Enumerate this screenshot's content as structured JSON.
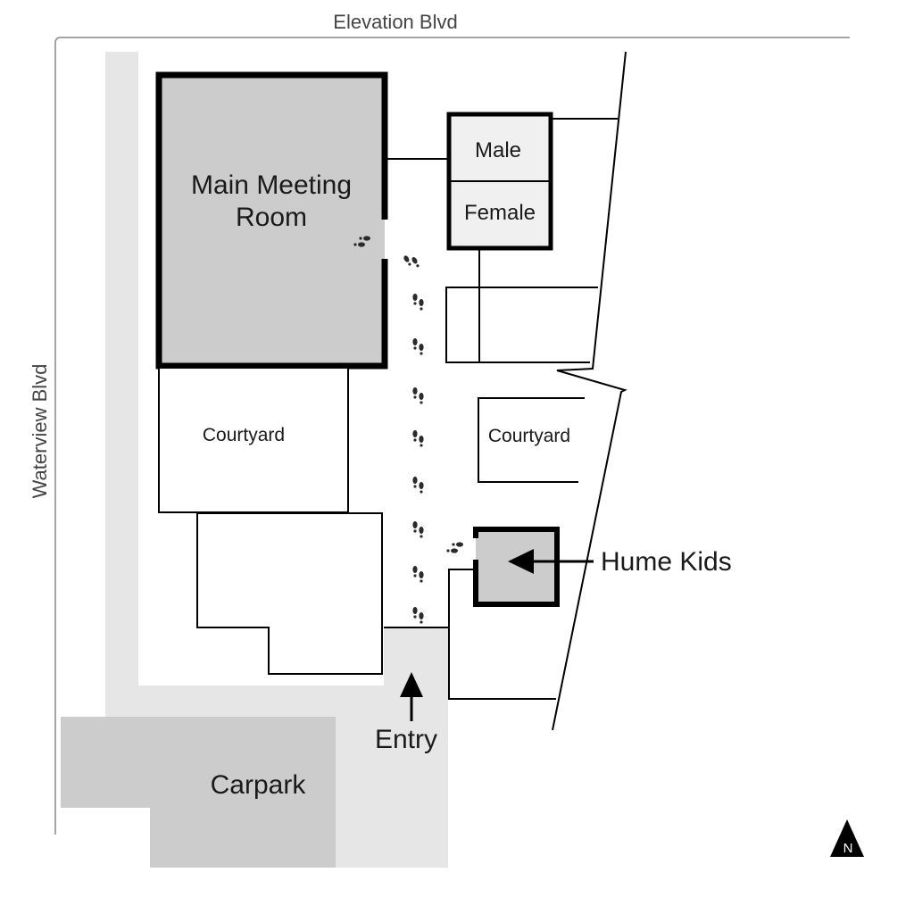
{
  "roads": {
    "north": "Elevation Blvd",
    "west": "Waterview Blvd"
  },
  "rooms": {
    "main_meeting_room": [
      "Main Meeting",
      "Room"
    ],
    "toilet_male": "Male",
    "toilet_female": "Female",
    "courtyard_west": "Courtyard",
    "courtyard_east": "Courtyard",
    "carpark": "Carpark"
  },
  "callouts": {
    "hume_kids": "Hume Kids",
    "entry": "Entry"
  },
  "compass": {
    "letter": "N",
    "icon": "north-arrow-icon"
  },
  "colors": {
    "room_fill": "#cccccc",
    "path_fill": "#e6e6e6",
    "toilet_fill": "#f0f0f0",
    "line": "#000000",
    "footprint": "#2b2b2b"
  }
}
